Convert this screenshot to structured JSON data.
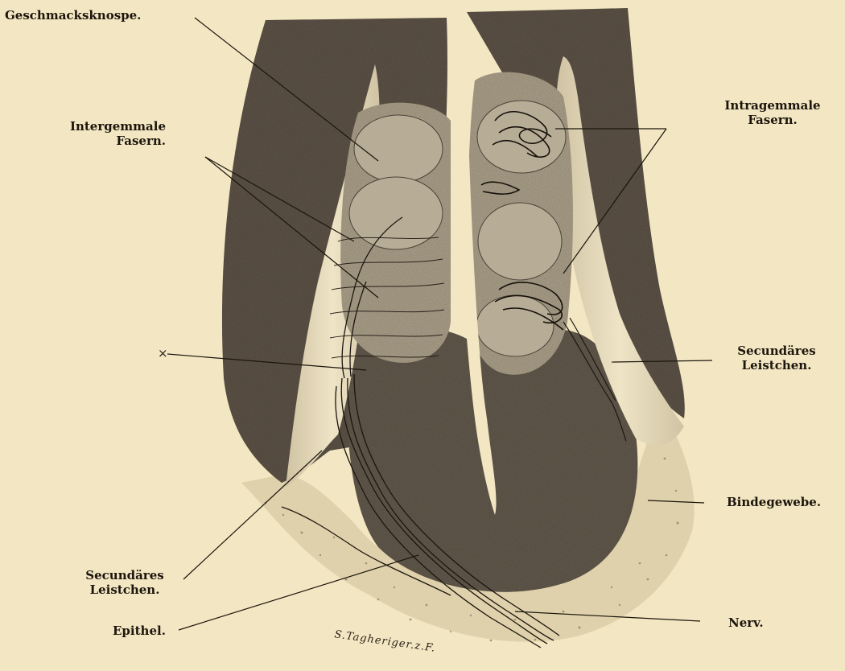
{
  "colors": {
    "paper": "#f3e7c3",
    "tissue_dark": "#544a3f",
    "tissue_mid": "#8d8270",
    "tissue_light": "#e8dcbd",
    "ink": "#1b150c"
  },
  "labels": {
    "geschmacksknospe": "Geschmacksknospe.",
    "intergemmale_1": "Intergemmale",
    "intergemmale_2": "Fasern.",
    "intragemmale_1": "Intragemmale",
    "intragemmale_2": "Fasern.",
    "cross_mark": "×",
    "secundaeres_right_1": "Secundäres",
    "secundaeres_right_2": "Leistchen.",
    "bindegewebe": "Bindegewebe.",
    "secundaeres_left_1": "Secundäres",
    "secundaeres_left_2": "Leistchen.",
    "epithel": "Epithel.",
    "nerv": "Nerv."
  },
  "signature": "S.Tagheriger.z.F."
}
